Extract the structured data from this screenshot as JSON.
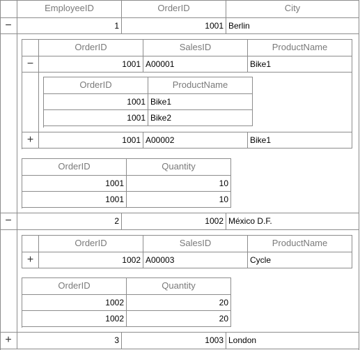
{
  "root": {
    "columns": [
      "EmployeeID",
      "OrderID",
      "City"
    ],
    "rows": [
      {
        "toggle": "−",
        "employee_id": "1",
        "order_id": "1001",
        "city": "Berlin"
      },
      {
        "toggle": "−",
        "employee_id": "2",
        "order_id": "1002",
        "city": "México D.F."
      },
      {
        "toggle": "+",
        "employee_id": "3",
        "order_id": "1003",
        "city": "London"
      }
    ]
  },
  "sales_grid_1": {
    "columns": [
      "OrderID",
      "SalesID",
      "ProductName"
    ],
    "rows": [
      {
        "toggle": "−",
        "order_id": "1001",
        "sales_id": "A00001",
        "product": "Bike1"
      },
      {
        "toggle": "+",
        "order_id": "1001",
        "sales_id": "A00002",
        "product": "Bike1"
      }
    ]
  },
  "product_grid_1": {
    "columns": [
      "OrderID",
      "ProductName"
    ],
    "rows": [
      {
        "order_id": "1001",
        "product": "Bike1"
      },
      {
        "order_id": "1001",
        "product": "Bike2"
      }
    ]
  },
  "quantity_grid_1": {
    "columns": [
      "OrderID",
      "Quantity"
    ],
    "rows": [
      {
        "order_id": "1001",
        "quantity": "10"
      },
      {
        "order_id": "1001",
        "quantity": "10"
      }
    ]
  },
  "sales_grid_2": {
    "columns": [
      "OrderID",
      "SalesID",
      "ProductName"
    ],
    "rows": [
      {
        "toggle": "+",
        "order_id": "1002",
        "sales_id": "A00003",
        "product": "Cycle"
      }
    ]
  },
  "quantity_grid_2": {
    "columns": [
      "OrderID",
      "Quantity"
    ],
    "rows": [
      {
        "order_id": "1002",
        "quantity": "20"
      },
      {
        "order_id": "1002",
        "quantity": "20"
      }
    ]
  }
}
